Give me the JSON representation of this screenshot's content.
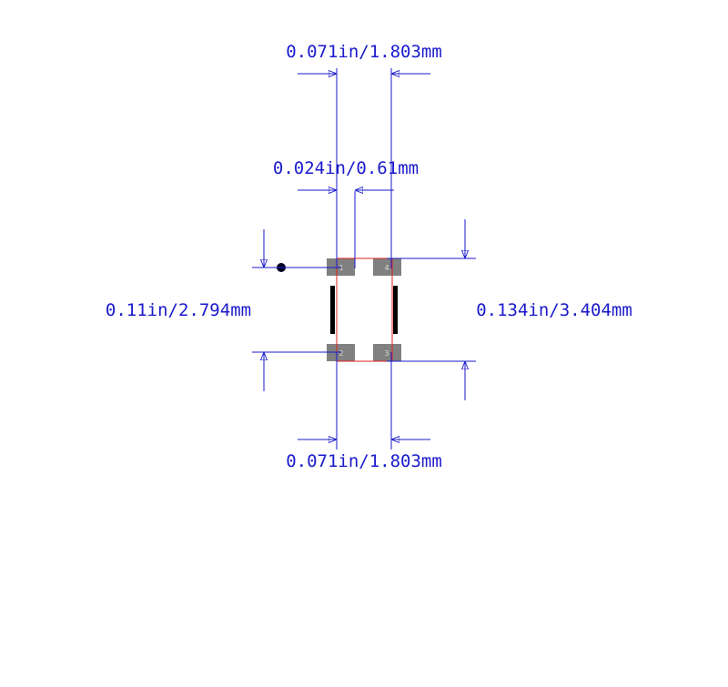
{
  "colors": {
    "dimension": "#1a1acc",
    "outline": "#e02020",
    "pad": "#808080",
    "pad_label": "#d8d8d8",
    "silkscreen": "#000000",
    "background": "#ffffff"
  },
  "dimensions": {
    "top_width": "0.071in/1.803mm",
    "pad_width": "0.024in/0.61mm",
    "pitch_height": "0.11in/2.794mm",
    "overall_height": "0.134in/3.404mm",
    "bottom_width": "0.071in/1.803mm"
  },
  "pads": [
    {
      "number": "1"
    },
    {
      "number": "4"
    },
    {
      "number": "2"
    },
    {
      "number": "3"
    }
  ],
  "markers": {
    "pin1_dot": "pin1-marker"
  }
}
